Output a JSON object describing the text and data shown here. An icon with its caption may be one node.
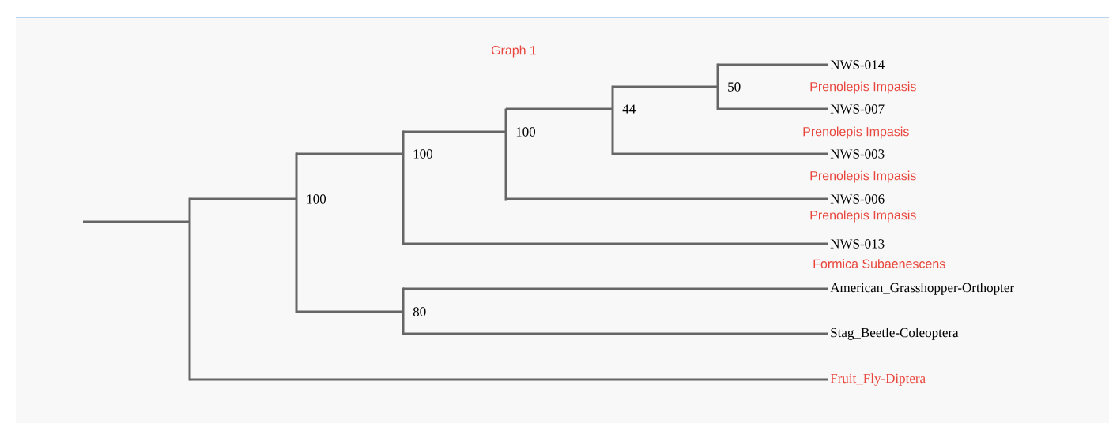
{
  "diagram": {
    "title": "Graph 1",
    "nodes": [
      {
        "text": [],
        "shape": "bar"
      },
      {
        "text": [],
        "shape": "bar",
        "beside": [
          "100"
        ]
      },
      {
        "text": [],
        "shape": "bar",
        "beside": [
          "100"
        ]
      },
      {
        "text": [],
        "shape": "bar",
        "beside": [
          "100"
        ]
      },
      {
        "text": [],
        "shape": "bar",
        "beside": [
          "44"
        ]
      },
      {
        "text": [],
        "shape": "bar",
        "beside": [
          "50"
        ]
      },
      {
        "text": [
          "NWS-014"
        ],
        "beside": [
          "Prenolepis Impasis"
        ]
      },
      {
        "text": [
          "NWS-007"
        ],
        "beside": [
          "Prenolepis Impasis"
        ]
      },
      {
        "text": [
          "NWS-003"
        ],
        "beside": [
          "Prenolepis Impasis"
        ]
      },
      {
        "text": [
          "NWS-006"
        ],
        "beside": [
          "Prenolepis Impasis"
        ]
      },
      {
        "text": [
          "NWS-013"
        ],
        "beside": [
          "Formica Subaenescens"
        ]
      },
      {
        "text": [],
        "shape": "bar",
        "beside": [
          "80"
        ]
      },
      {
        "text": [
          "American_Grasshopper-Orthopter"
        ]
      },
      {
        "text": [
          "Stag_Beetle-Coleoptera"
        ]
      },
      {
        "text": [
          "Fruit_Fly-Diptera"
        ]
      }
    ],
    "edges": [
      {
        "from": null,
        "to": 0,
        "arrow": "none"
      },
      {
        "from": 0,
        "to": 1,
        "arrow": "none"
      },
      {
        "from": 0,
        "to": 14,
        "arrow": "none"
      },
      {
        "from": 1,
        "to": 2,
        "arrow": "none"
      },
      {
        "from": 1,
        "to": 11,
        "arrow": "none"
      },
      {
        "from": 2,
        "to": 3,
        "arrow": "none"
      },
      {
        "from": 2,
        "to": 10,
        "arrow": "none"
      },
      {
        "from": 3,
        "to": 4,
        "arrow": "none"
      },
      {
        "from": 3,
        "to": 9,
        "arrow": "none"
      },
      {
        "from": 4,
        "to": 5,
        "arrow": "none"
      },
      {
        "from": 4,
        "to": 8,
        "arrow": "none"
      },
      {
        "from": 5,
        "to": 6,
        "arrow": "none"
      },
      {
        "from": 5,
        "to": 7,
        "arrow": "none"
      },
      {
        "from": 11,
        "to": 12,
        "arrow": "none"
      },
      {
        "from": 11,
        "to": 13,
        "arrow": "none"
      }
    ]
  }
}
